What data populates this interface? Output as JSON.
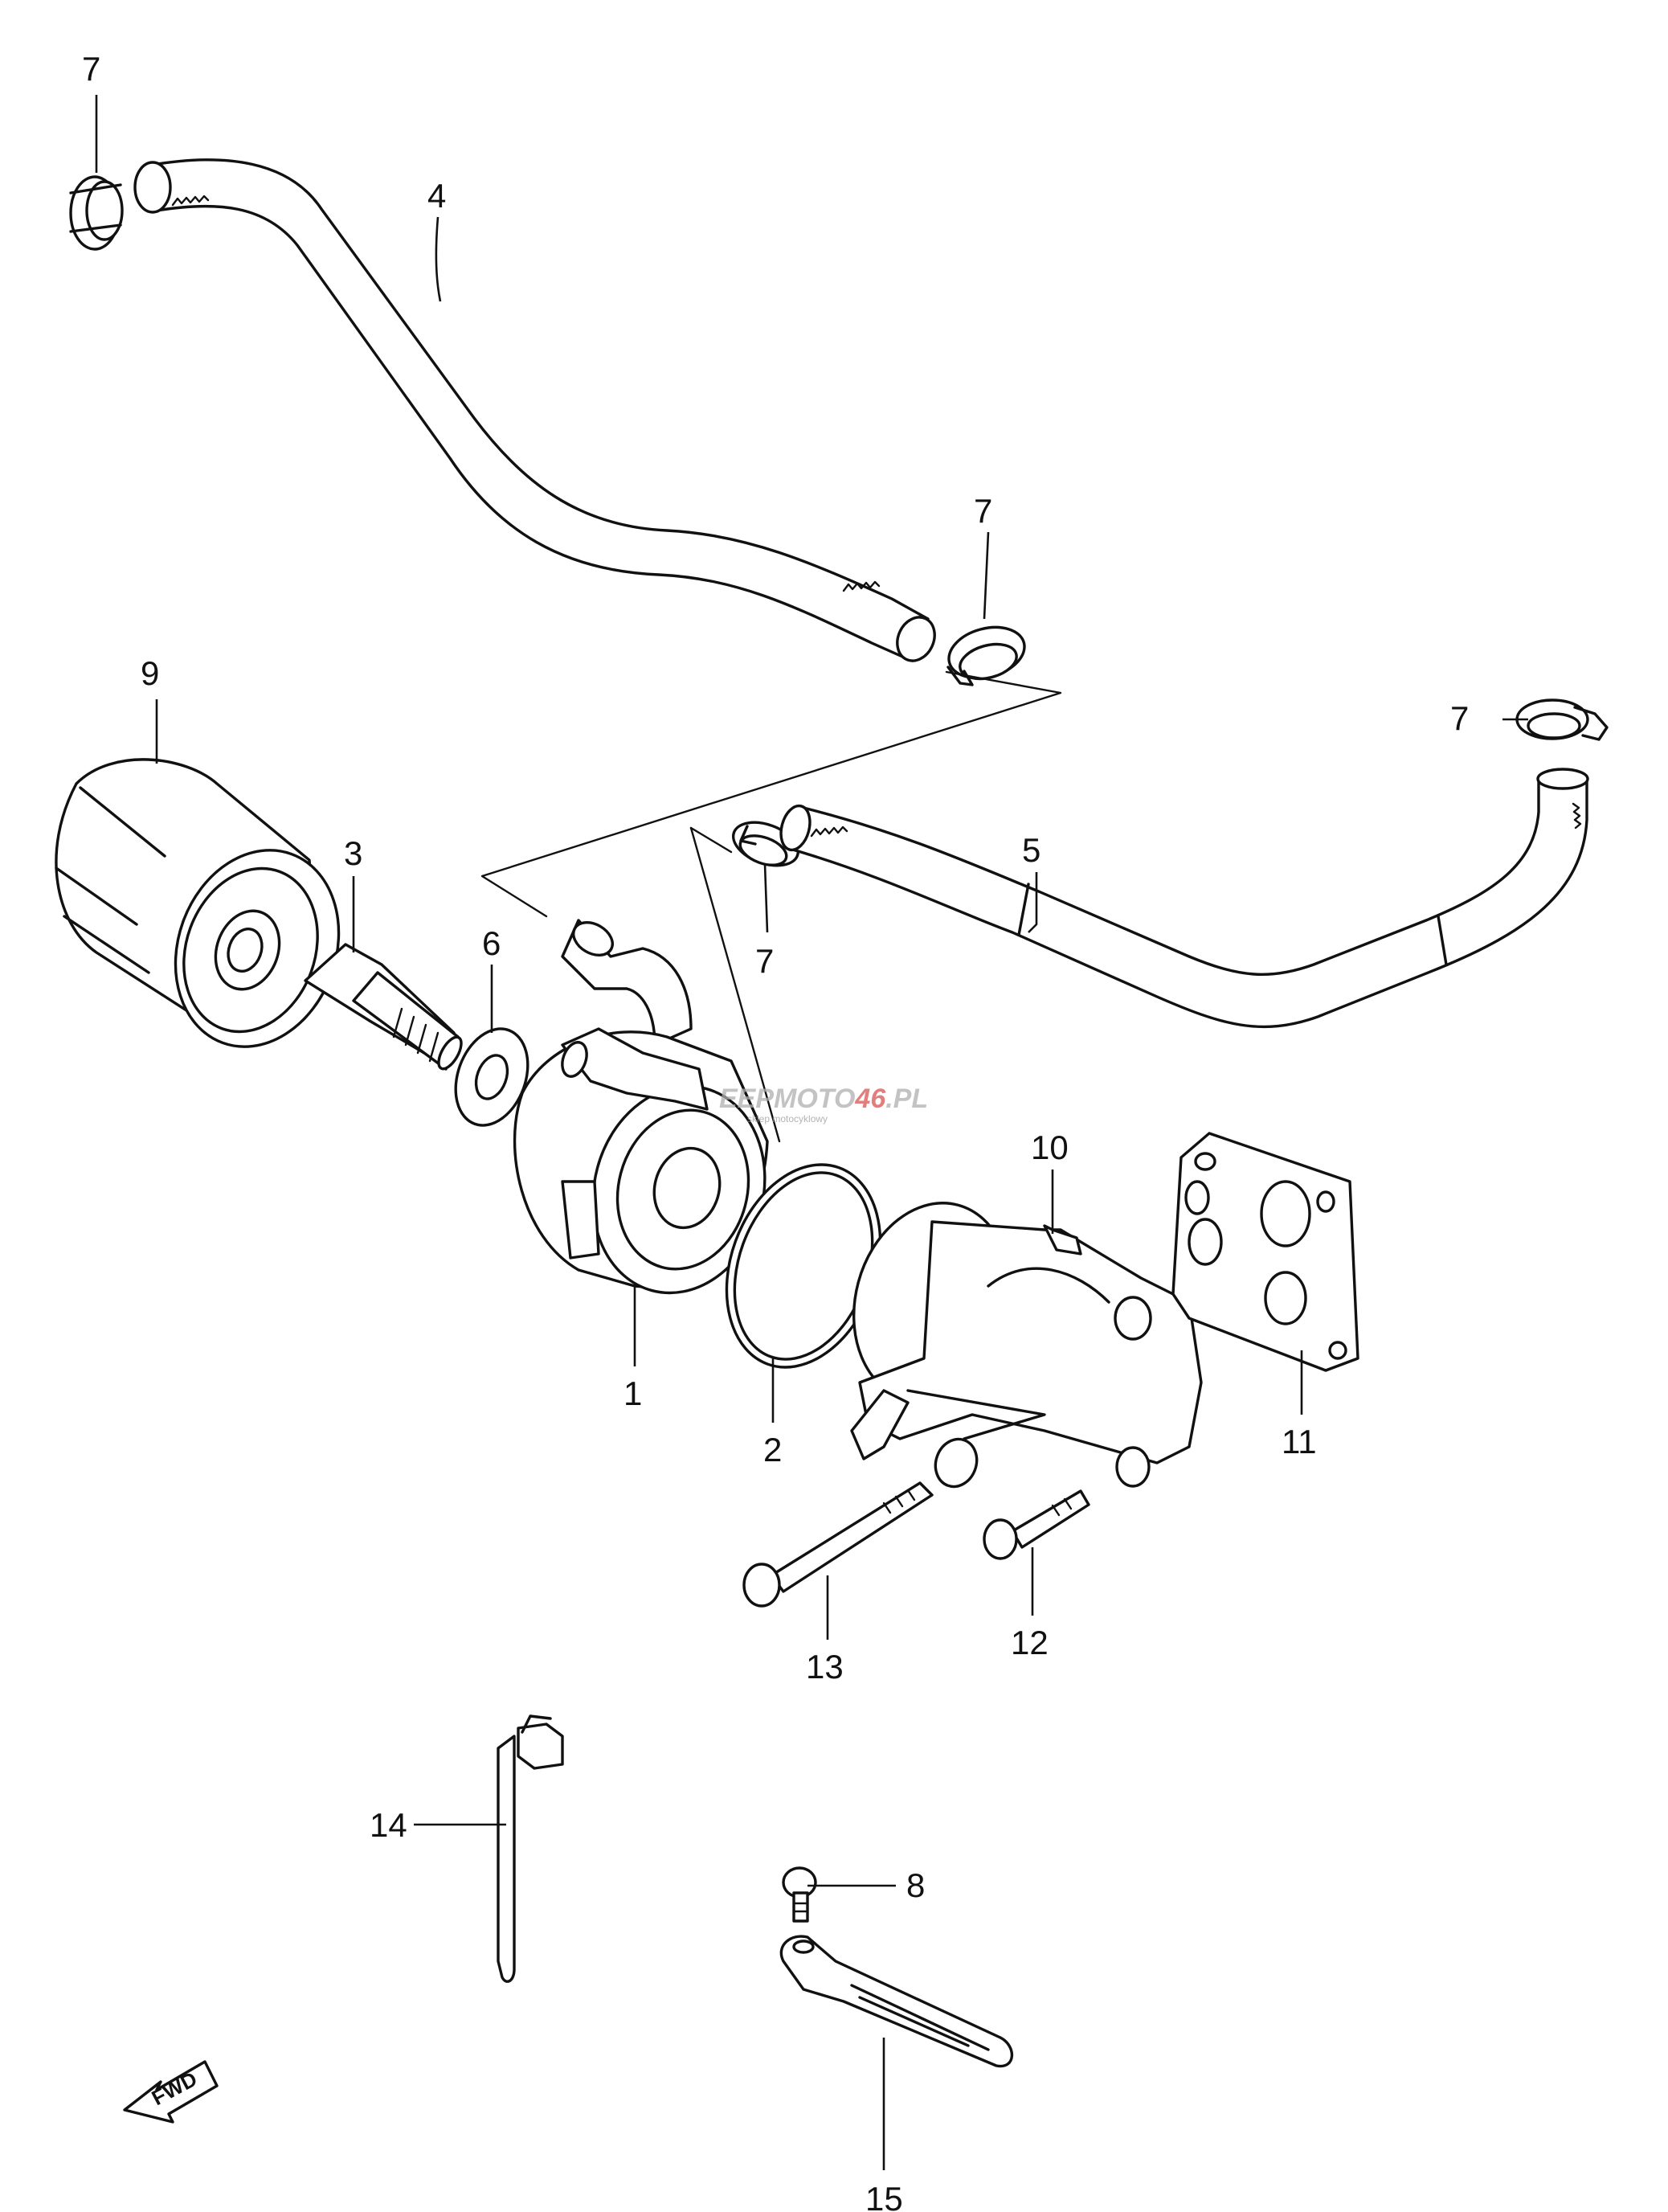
{
  "callouts": {
    "c1": "1",
    "c2": "2",
    "c3": "3",
    "c4": "4",
    "c5": "5",
    "c6": "6",
    "c7a": "7",
    "c7b": "7",
    "c7c": "7",
    "c7d": "7",
    "c8": "8",
    "c9": "9",
    "c10": "10",
    "c11": "11",
    "c12": "12",
    "c13": "13",
    "c14": "14",
    "c15": "15"
  },
  "fwd_label": "FWD",
  "watermark": {
    "text_a": "EEPMOTO",
    "text_b": "46",
    "text_c": ".PL",
    "sub": "sklep motocyklowy"
  },
  "colors": {
    "line": "#111111",
    "watermark_red": "#d9534f",
    "watermark_grey": "#b0b0b0"
  }
}
